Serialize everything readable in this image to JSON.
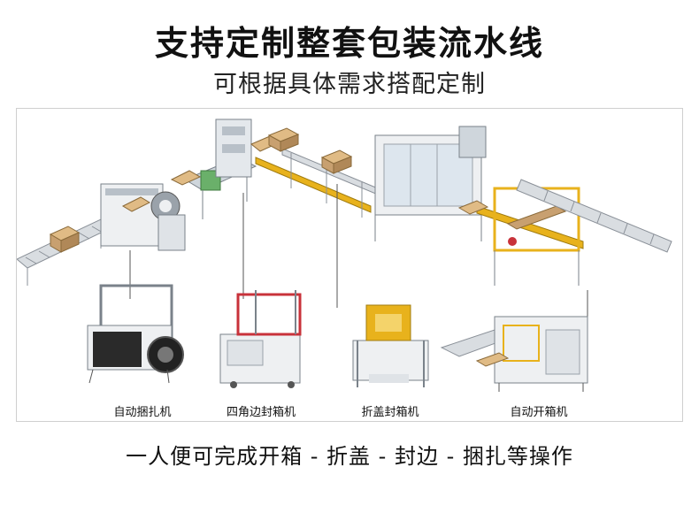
{
  "header": {
    "title": "支持定制整套包装流水线",
    "subtitle": "可根据具体需求搭配定制"
  },
  "machines": [
    {
      "label": "自动捆扎机"
    },
    {
      "label": "四角边封箱机"
    },
    {
      "label": "折盖封箱机"
    },
    {
      "label": "自动开箱机"
    }
  ],
  "footer": {
    "text": "一人便可完成开箱 - 折盖 - 封边 - 捆扎等操作"
  },
  "colors": {
    "conveyor_yellow": "#e8b21c",
    "machine_gray": "#b8c0c8",
    "carton_brown": "#c8a070",
    "frame_white": "#eef0f2",
    "accent_red": "#c8323a"
  }
}
